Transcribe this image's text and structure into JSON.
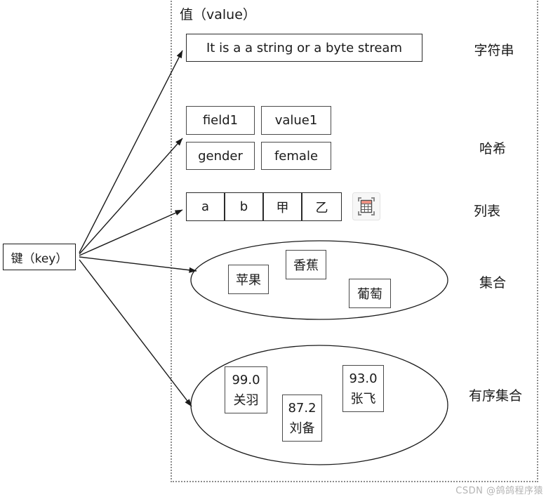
{
  "header": {
    "title": "值（value）"
  },
  "key": {
    "label": "键（key）"
  },
  "rows": {
    "string": {
      "value": "It is a a string or a byte stream",
      "label": "字符串"
    },
    "hash": {
      "cells": [
        "field1",
        "value1",
        "gender",
        "female"
      ],
      "label": "哈希"
    },
    "list": {
      "cells": [
        "a",
        "b",
        "甲",
        "乙"
      ],
      "label": "列表",
      "icon": "table-select-icon"
    },
    "set": {
      "items": [
        "苹果",
        "香蕉",
        "葡萄"
      ],
      "label": "集合"
    },
    "zset": {
      "items": [
        {
          "score": "99.0",
          "name": "关羽"
        },
        {
          "score": "87.2",
          "name": "刘备"
        },
        {
          "score": "93.0",
          "name": "张飞"
        }
      ],
      "label": "有序集合"
    }
  },
  "watermark": "CSDN @鸽鸽程序猿",
  "colors": {
    "stroke": "#1a1a1a",
    "box_border": "#4a4a4a",
    "dotted_border": "#8c8c8c",
    "icon_red": "#ef8d7e",
    "watermark": "#b3b3b3"
  }
}
